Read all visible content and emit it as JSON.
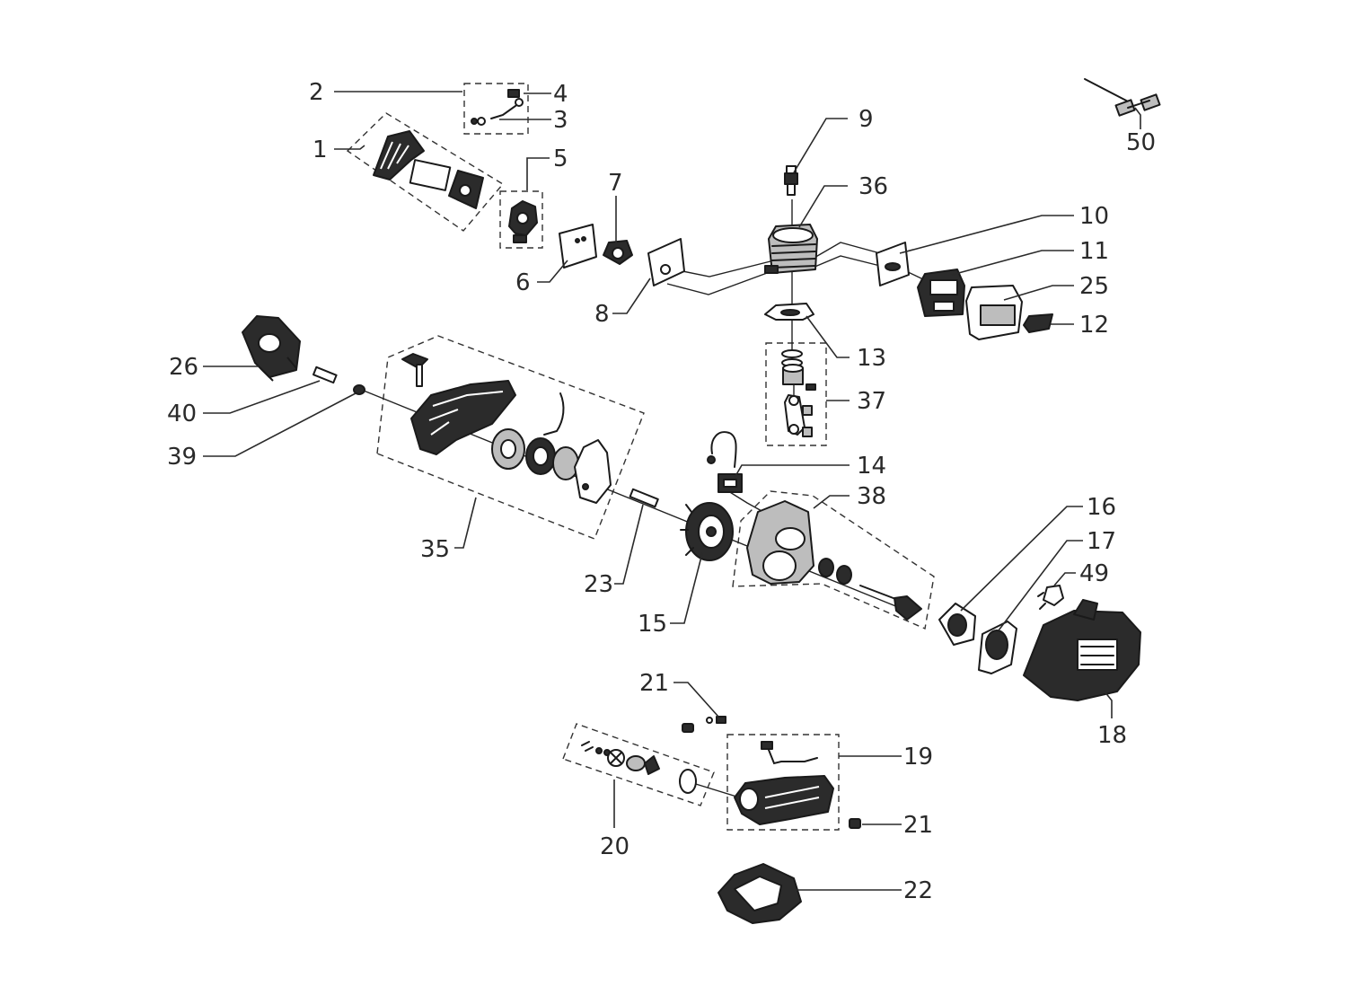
{
  "diagram": {
    "type": "exploded-parts-diagram",
    "callouts": [
      "1",
      "2",
      "3",
      "4",
      "5",
      "6",
      "7",
      "8",
      "9",
      "10",
      "11",
      "12",
      "13",
      "14",
      "15",
      "16",
      "17",
      "18",
      "19",
      "20",
      "21",
      "21",
      "22",
      "23",
      "25",
      "26",
      "35",
      "36",
      "37",
      "38",
      "39",
      "40",
      "49",
      "50"
    ]
  },
  "colors": {
    "ink": "#1a1a1a",
    "text": "#2a2a2a",
    "background": "#ffffff",
    "part_fill": "#bdbdbd"
  }
}
